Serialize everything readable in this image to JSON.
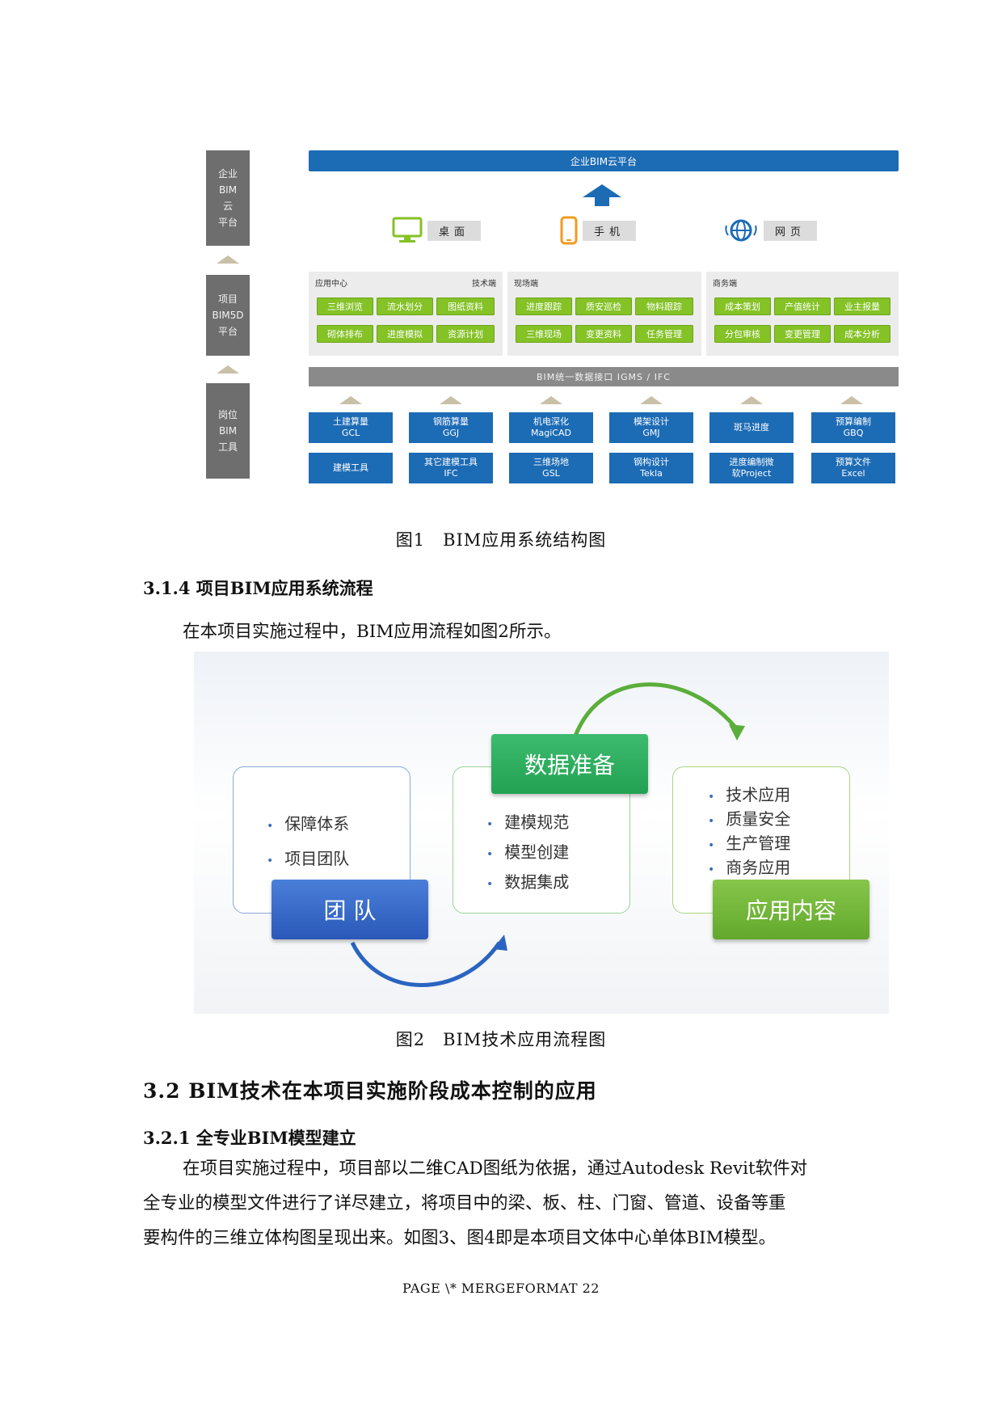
{
  "figure1": {
    "tiers": {
      "cloud": [
        "企业",
        "BIM",
        "云",
        "平台"
      ],
      "platform": [
        "项目",
        "BIM5D",
        "平台"
      ],
      "tools": [
        "岗位",
        "BIM",
        "工具"
      ]
    },
    "platform_bar": "企业BIM云平台",
    "devices": {
      "desktop": "桌面",
      "mobile": "手机",
      "web": "网页"
    },
    "panels": {
      "app": {
        "title": "应用中心",
        "subtitle": "技术端",
        "items": [
          "三维浏览",
          "流水划分",
          "图纸资料",
          "砌体排布",
          "进度模拟",
          "资源计划"
        ]
      },
      "site": {
        "title": "现场端",
        "items": [
          "进度跟踪",
          "质安巡检",
          "物料跟踪",
          "三维现场",
          "变更资料",
          "任务管理"
        ]
      },
      "business": {
        "title": "商务端",
        "items": [
          "成本策划",
          "产值统计",
          "业主报量",
          "分包审核",
          "变更管理",
          "成本分析"
        ]
      }
    },
    "interface_bar": "BIM统一数据接口 IGMS / IFC",
    "tools_row1": [
      [
        "土建算量",
        "GCL"
      ],
      [
        "钢筋算量",
        "GGJ"
      ],
      [
        "机电深化",
        "MagiCAD"
      ],
      [
        "模架设计",
        "GMJ"
      ],
      [
        "斑马进度",
        ""
      ],
      [
        "预算编制",
        "GBQ"
      ]
    ],
    "tools_row2": [
      [
        "建模工具",
        ""
      ],
      [
        "其它建模工具",
        "IFC"
      ],
      [
        "三维场地",
        "GSL"
      ],
      [
        "钢构设计",
        "Tekla"
      ],
      [
        "进度编制微",
        "软Project"
      ],
      [
        "预算文件",
        "Excel"
      ]
    ],
    "caption": "图1　BIM应用系统结构图"
  },
  "section_3_1_4": {
    "heading": "3.1.4  项目BIM应用系统流程",
    "intro": "在本项目实施过程中，BIM应用流程如图2所示。"
  },
  "figure2": {
    "team": {
      "label": "团 队",
      "bullets": [
        "保障体系",
        "项目团队"
      ]
    },
    "data": {
      "label": "数据准备",
      "bullets": [
        "建模规范",
        "模型创建",
        "数据集成"
      ]
    },
    "app": {
      "label": "应用内容",
      "bullets": [
        "技术应用",
        "质量安全",
        "生产管理",
        "商务应用"
      ]
    },
    "caption": "图2　BIM技术应用流程图"
  },
  "section_3_2": {
    "heading": "3.2  BIM技术在本项目实施阶段成本控制的应用"
  },
  "section_3_2_1": {
    "heading": "3.2.1  全专业BIM模型建立",
    "lines": [
      "在项目实施过程中，项目部以二维CAD图纸为依据，通过Autodesk Revit软件对",
      "全专业的模型文件进行了详尽建立，将项目中的梁、板、柱、门窗、管道、设备等重",
      "要构件的三维立体构图呈现出来。如图3、图4即是本项目文体中心单体BIM模型。"
    ]
  },
  "footer": "PAGE   \\* MERGEFORMAT 22",
  "colors": {
    "blue": "#1c6bb5",
    "green": "#84c226",
    "gray": "#6e6e6e"
  }
}
